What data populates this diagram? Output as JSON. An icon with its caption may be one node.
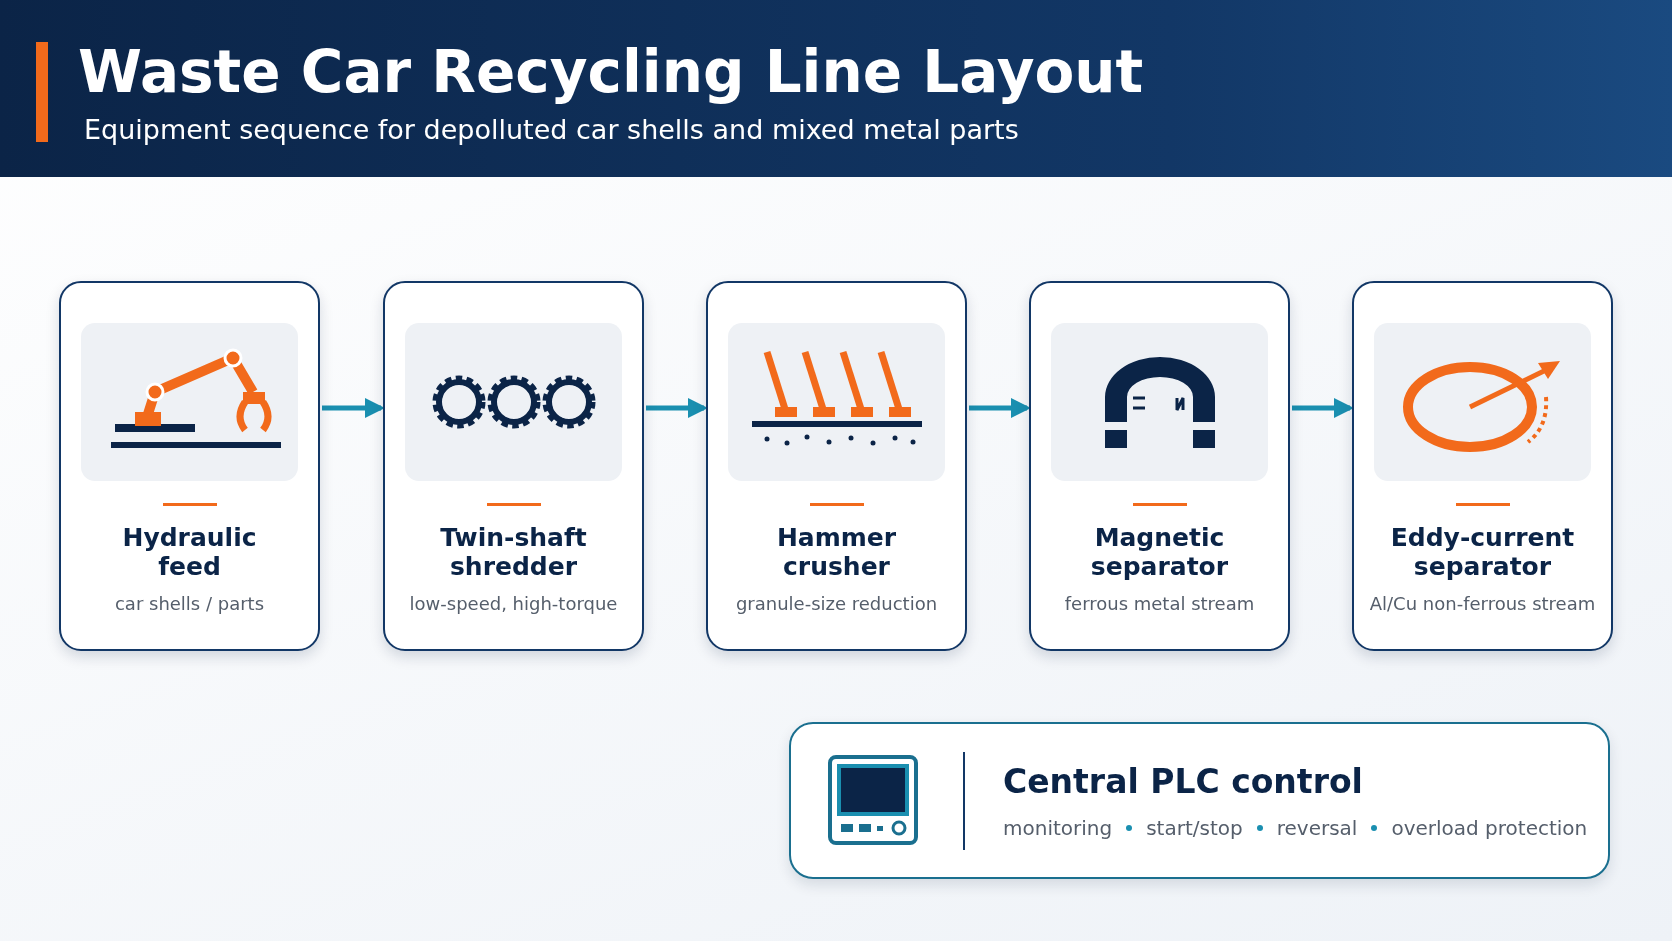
{
  "diagram": {
    "title": "Waste Car Recycling Line Layout",
    "nodes": [
      {
        "text": [
          "Hydraulic feed",
          "car shells / parts"
        ]
      },
      {
        "text": [
          "Twin-shaft shredder",
          "low-speed, high-torque"
        ]
      },
      {
        "text": [
          "Hammer crusher",
          "granule-size reduction"
        ]
      },
      {
        "text": [
          "Magnetic separator",
          "ferrous metal stream"
        ]
      },
      {
        "text": [
          "Eddy-current separator",
          "Al/Cu non-ferrous stream"
        ]
      },
      {
        "text": [
          "Central PLC control",
          "monitoring",
          "start/stop",
          "reversal",
          "overload protection"
        ]
      }
    ],
    "edges": [
      {
        "from": 0,
        "to": 1,
        "arrow": "to"
      },
      {
        "from": 1,
        "to": 2,
        "arrow": "to"
      },
      {
        "from": 2,
        "to": 3,
        "arrow": "to"
      },
      {
        "from": 3,
        "to": 4,
        "arrow": "to"
      }
    ],
    "labels": [
      "Equipment sequence for depolluted car shells and mixed metal parts"
    ]
  }
}
